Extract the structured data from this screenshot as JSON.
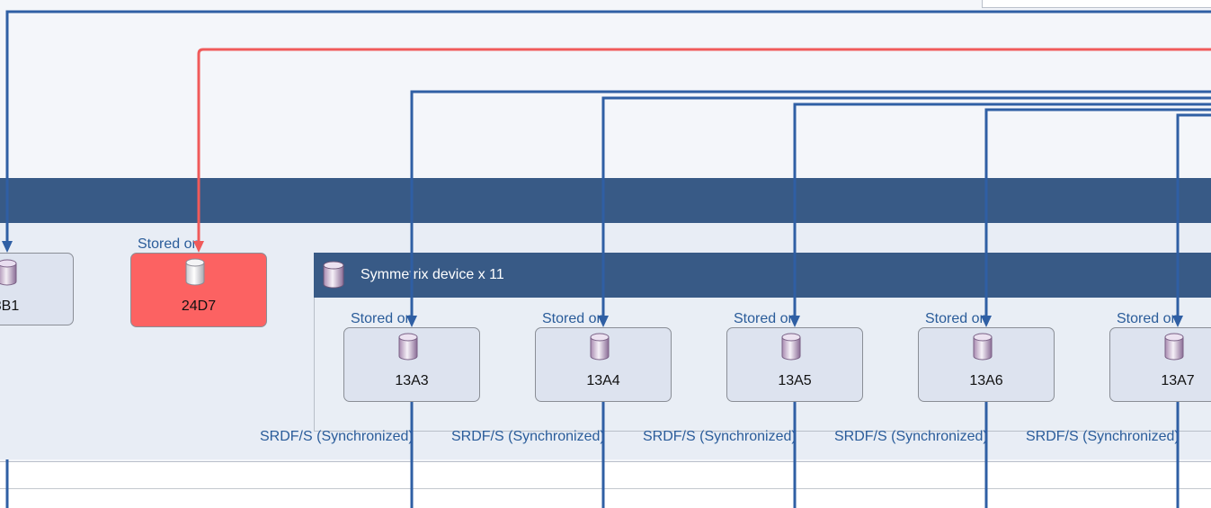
{
  "colors": {
    "panel_bg": "#f4f6fa",
    "header_blue": "#385a86",
    "link_blue": "#2a5c9a",
    "link_red": "#f05a5a",
    "node_bg": "#dde3ef",
    "node_alert": "#fc6262"
  },
  "inner_group": {
    "title": "Symmetrix device x 11",
    "icon": "disk-cylinder-icon"
  },
  "left_nodes": [
    {
      "label": "3B1",
      "status": "normal",
      "stored_label": ""
    },
    {
      "label": "24D7",
      "status": "alert",
      "stored_label": "Stored on"
    }
  ],
  "left_partial_text": ")",
  "devices": [
    {
      "label": "13A3",
      "stored_label": "Stored on",
      "replication_label": "SRDF/S (Synchronized)"
    },
    {
      "label": "13A4",
      "stored_label": "Stored on",
      "replication_label": "SRDF/S (Synchronized)"
    },
    {
      "label": "13A5",
      "stored_label": "Stored on",
      "replication_label": "SRDF/S (Synchronized)"
    },
    {
      "label": "13A6",
      "stored_label": "Stored on",
      "replication_label": "SRDF/S (Synchronized)"
    },
    {
      "label": "13A7",
      "stored_label": "Stored on",
      "replication_label": "SRDF/S (Synchronized)"
    }
  ]
}
